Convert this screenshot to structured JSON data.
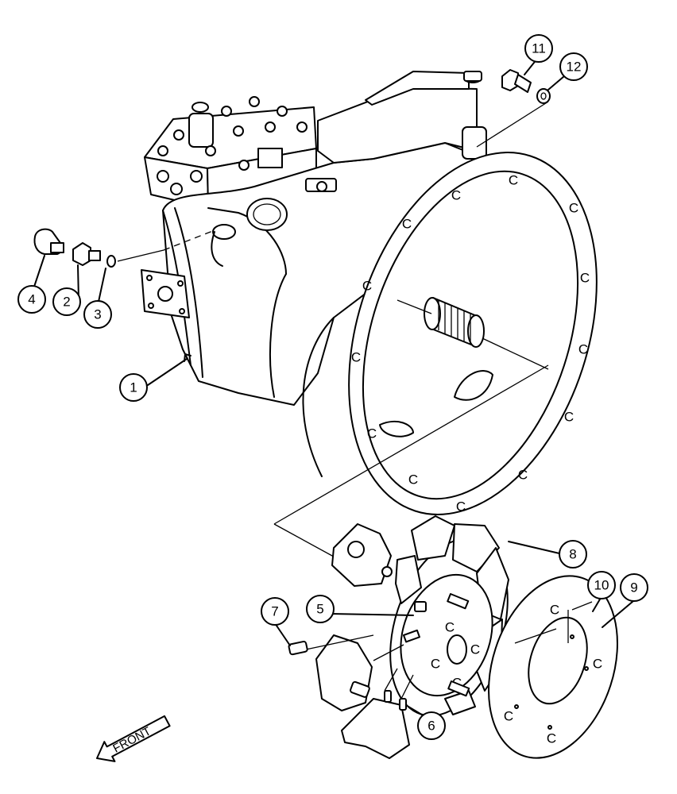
{
  "callouts": [
    {
      "id": "c1",
      "label": "1"
    },
    {
      "id": "c2",
      "label": "2"
    },
    {
      "id": "c3",
      "label": "3"
    },
    {
      "id": "c4",
      "label": "4"
    },
    {
      "id": "c5",
      "label": "5"
    },
    {
      "id": "c6",
      "label": "6"
    },
    {
      "id": "c7",
      "label": "7"
    },
    {
      "id": "c8",
      "label": "8"
    },
    {
      "id": "c9",
      "label": "9"
    },
    {
      "id": "c10",
      "label": "10"
    },
    {
      "id": "c11",
      "label": "11"
    },
    {
      "id": "c12",
      "label": "12"
    }
  ],
  "front_arrow": {
    "label": "FRONT"
  }
}
